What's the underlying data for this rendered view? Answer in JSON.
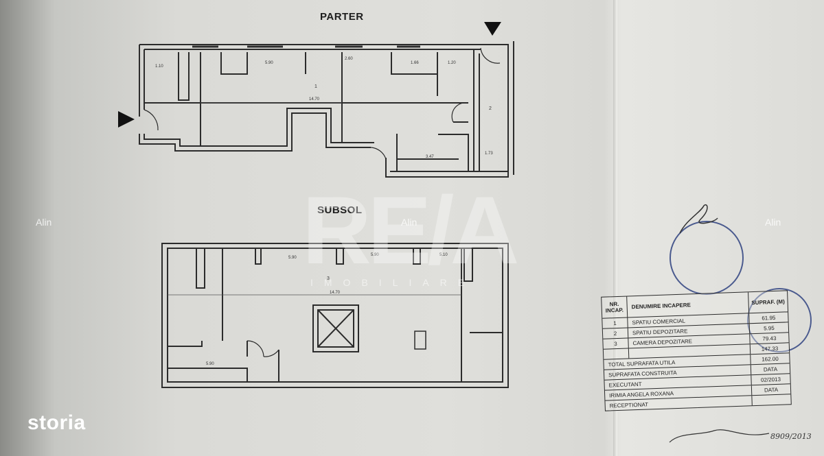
{
  "parter_title": "PARTER",
  "subsol_title": "SUBSOL",
  "watermark": {
    "logo": "RE/A",
    "sub": "IMOBILIARE",
    "alin": "Alin"
  },
  "brand": "storia",
  "parter_dims": {
    "d1": "1.10",
    "d2": "5.90",
    "d3": "2.60",
    "d4": "1.66",
    "d5": "1.20",
    "d6": "14.70",
    "d7": "3.47",
    "d8": "1.73",
    "room1": "1",
    "room2": "2"
  },
  "subsol_dims": {
    "d1": "5.90",
    "d2": "5.90",
    "d3": "5.10",
    "d4": "14.70",
    "d5": "5.90",
    "room3": "3"
  },
  "legend": {
    "h_nr": "NR. INCAP.",
    "h_den": "DENUMIRE INCAPERE",
    "h_sup": "SUPRAF. (M)",
    "rows": [
      {
        "nr": "1",
        "name": "SPATIU COMERCIAL",
        "val": "61.95"
      },
      {
        "nr": "2",
        "name": "SPATIU DEPOZITARE",
        "val": "5.95"
      },
      {
        "nr": "3",
        "name": "CAMERA DEPOZITARE",
        "val": "79.43"
      },
      {
        "nr": "",
        "name": "",
        "val": "147.33"
      }
    ],
    "total_label": "TOTAL SUPRAFATA UTILA",
    "total_val": "162.00",
    "constr_label": "SUPRAFATA CONSTRUITA",
    "constr_val": "DATA",
    "exec_label": "EXECUTANT",
    "exec_val": "02/2013",
    "exec_name": "IRIMIA ANGELA ROXANA",
    "recep_label": "RECEPTIONAT",
    "recep_val": "DATA"
  },
  "signature": "8909/2013"
}
